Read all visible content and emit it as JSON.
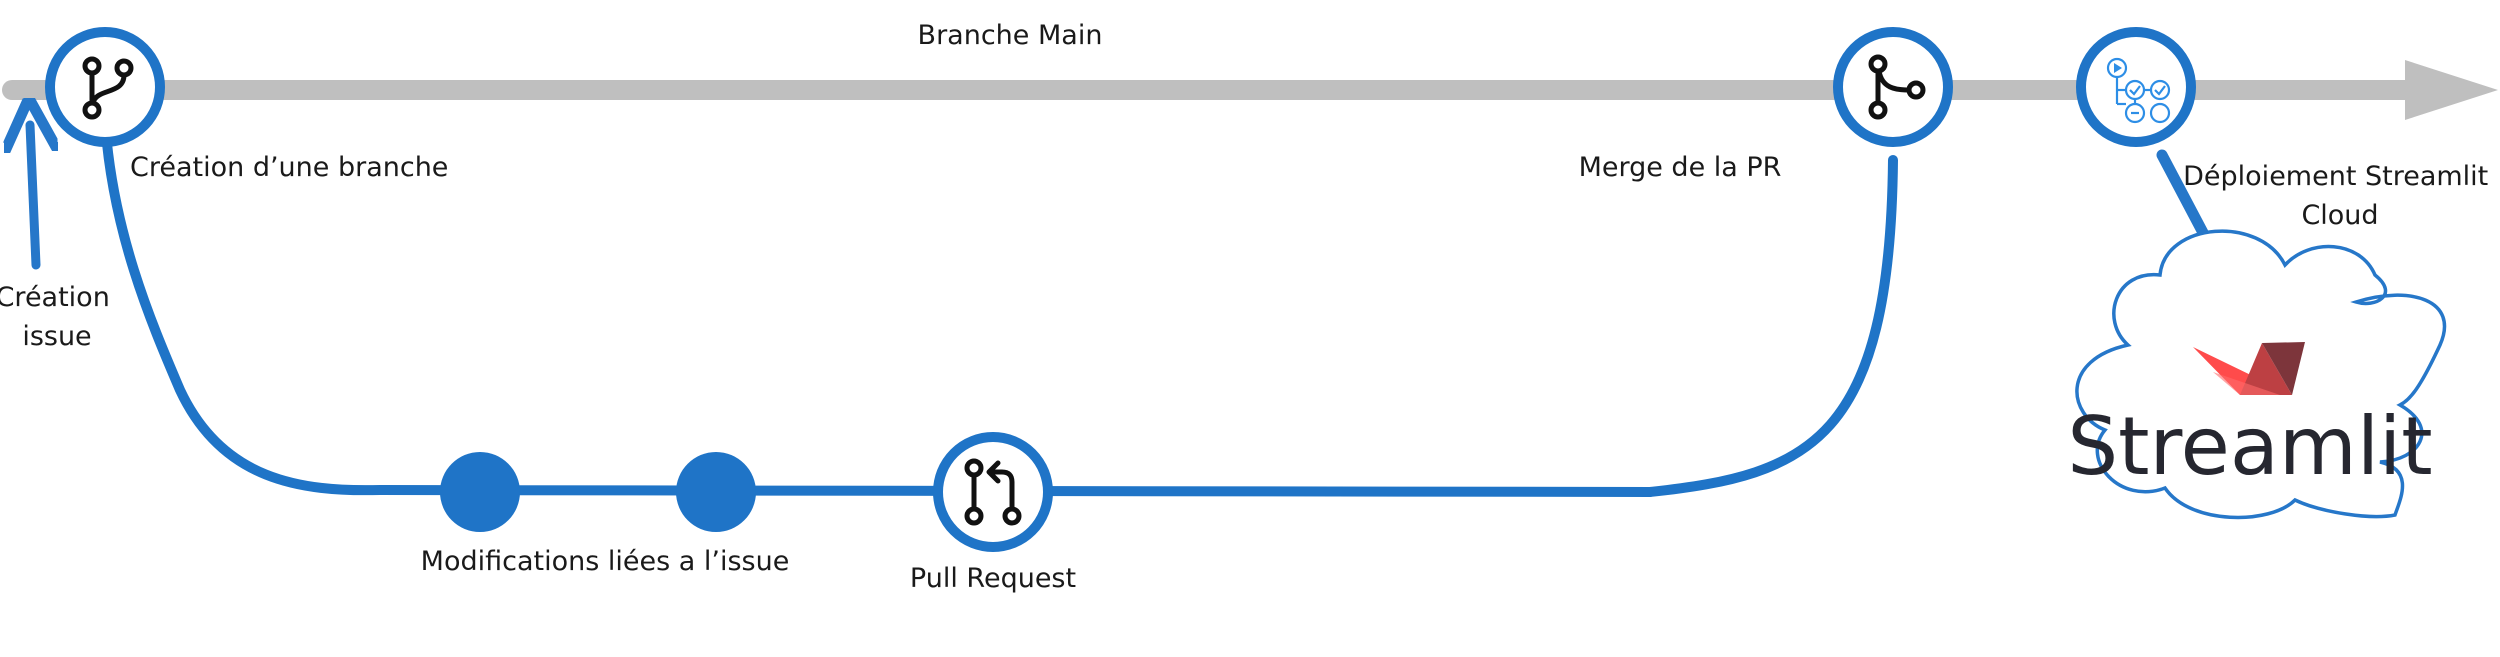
{
  "main_branch": {
    "label": "Branche Main"
  },
  "steps": {
    "issue_creation": {
      "line1": "Création",
      "line2": "issue"
    },
    "branch_creation": {
      "label": "Création d’une branche"
    },
    "modifications": {
      "label": "Modifications liées a l’issue"
    },
    "pull_request": {
      "label": "Pull Request"
    },
    "merge": {
      "label": "Merge de la PR"
    },
    "deployment": {
      "line1": "Déploiement Streamlit",
      "line2": "Cloud"
    }
  },
  "streamlit": {
    "wordmark": "Streamlit"
  },
  "icons": {
    "branch": "git-branch-icon",
    "pull_request": "git-pull-request-icon",
    "merge": "git-merge-icon",
    "deploy": "workflow-pipeline-icon",
    "logo": "streamlit-crown-logo"
  },
  "colors": {
    "flow_blue": "#1f74c7",
    "arrow_blue": "#2677c9",
    "main_gray": "#bfbfbf",
    "icon_black": "#111111",
    "streamlit_red": "#ff4b4b",
    "streamlit_dark_red": "#7d353b"
  }
}
